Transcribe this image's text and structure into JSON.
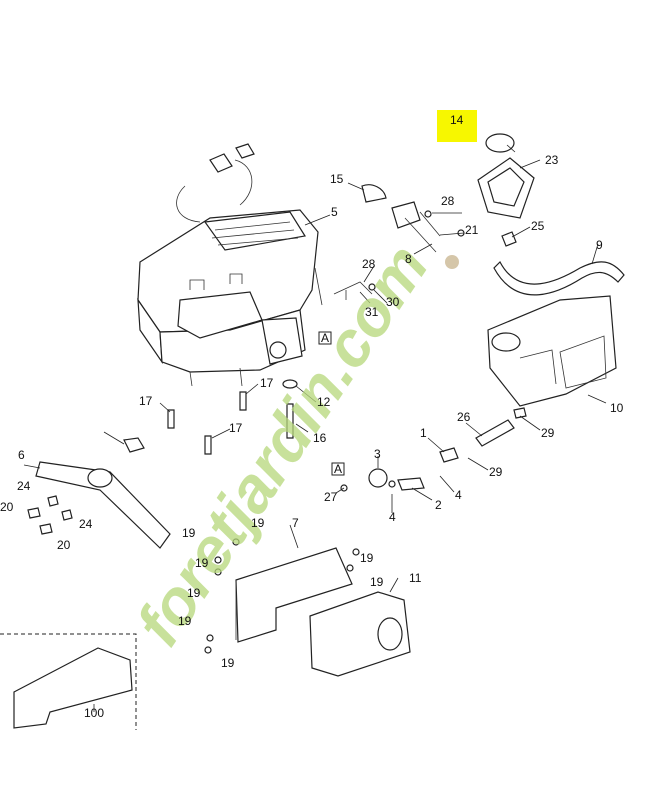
{
  "watermark": {
    "text": "foretjardin.com",
    "color": "#b6d87a",
    "dot_color": "#c8b38d"
  },
  "highlight": {
    "label": "14",
    "color": "#f7f700"
  },
  "callouts": {
    "c1": "1",
    "c2": "2",
    "c3": "3",
    "c4a": "4",
    "c4b": "4",
    "c5": "5",
    "c6": "6",
    "c7": "7",
    "c8": "8",
    "c9": "9",
    "c10": "10",
    "c11": "11",
    "c12": "12",
    "c15": "15",
    "c16": "16",
    "c17a": "17",
    "c17b": "17",
    "c17c": "17",
    "c19a": "19",
    "c19b": "19",
    "c19c": "19",
    "c19d": "19",
    "c19e": "19",
    "c19f": "19",
    "c19g": "19",
    "c19h": "19",
    "c20a": "20",
    "c20b": "20",
    "c21": "21",
    "c23": "23",
    "c24a": "24",
    "c24b": "24",
    "c25": "25",
    "c26": "26",
    "c27": "27",
    "c28a": "28",
    "c28b": "28",
    "c29a": "29",
    "c29b": "29",
    "c30": "30",
    "c31": "31",
    "c100": "100"
  },
  "ref_markers": {
    "a1": "A",
    "a2": "A"
  }
}
